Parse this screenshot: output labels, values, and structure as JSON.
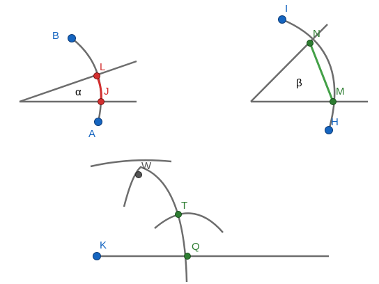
{
  "colors": {
    "line": "#6d6d6d",
    "blue_point": "#1565c0",
    "blue_label": "#1565c0",
    "red": "#d32f2f",
    "green": "#2e7d32",
    "green_light": "#43a047",
    "dark_point": "#555555",
    "text": "#000000"
  },
  "figure1": {
    "angle_label": "α",
    "points": {
      "B": "B",
      "L": "L",
      "J": "J",
      "A": "A"
    }
  },
  "figure2": {
    "angle_label": "β",
    "points": {
      "I": "I",
      "N": "N",
      "M": "M",
      "H": "H"
    }
  },
  "figure3": {
    "points": {
      "W": "W",
      "T": "T",
      "K": "K",
      "Q": "Q"
    }
  }
}
